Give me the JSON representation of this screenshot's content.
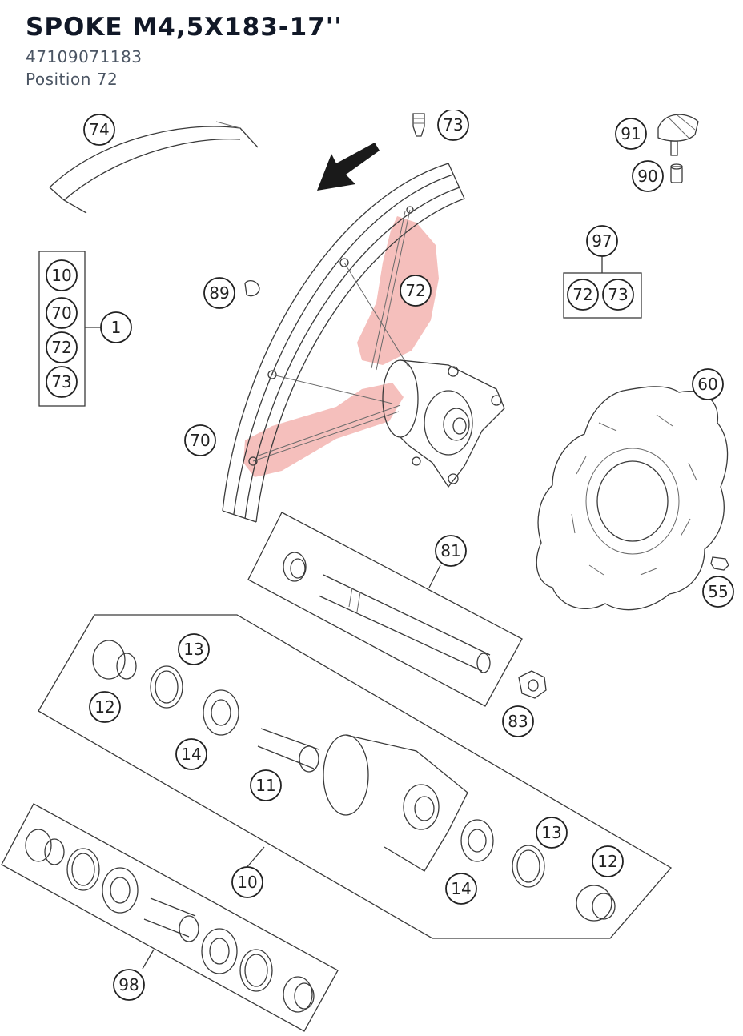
{
  "header": {
    "title": "SPOKE M4,5X183-17''",
    "part_number": "47109071183",
    "position": "Position 72"
  },
  "highlight_color": "#e8706a",
  "callouts": {
    "c74": "74",
    "c73top": "73",
    "c91": "91",
    "c90": "90",
    "c97": "97",
    "c97_72": "72",
    "c97_73": "73",
    "c89": "89",
    "c72": "72",
    "g10": "10",
    "g70": "70",
    "g72": "72",
    "g73": "73",
    "c1": "1",
    "c70": "70",
    "c60": "60",
    "c55": "55",
    "c81": "81",
    "c83": "83",
    "c13a": "13",
    "c12a": "12",
    "c14a": "14",
    "c11": "11",
    "c10": "10",
    "c14b": "14",
    "c13b": "13",
    "c12b": "12",
    "c98": "98"
  }
}
